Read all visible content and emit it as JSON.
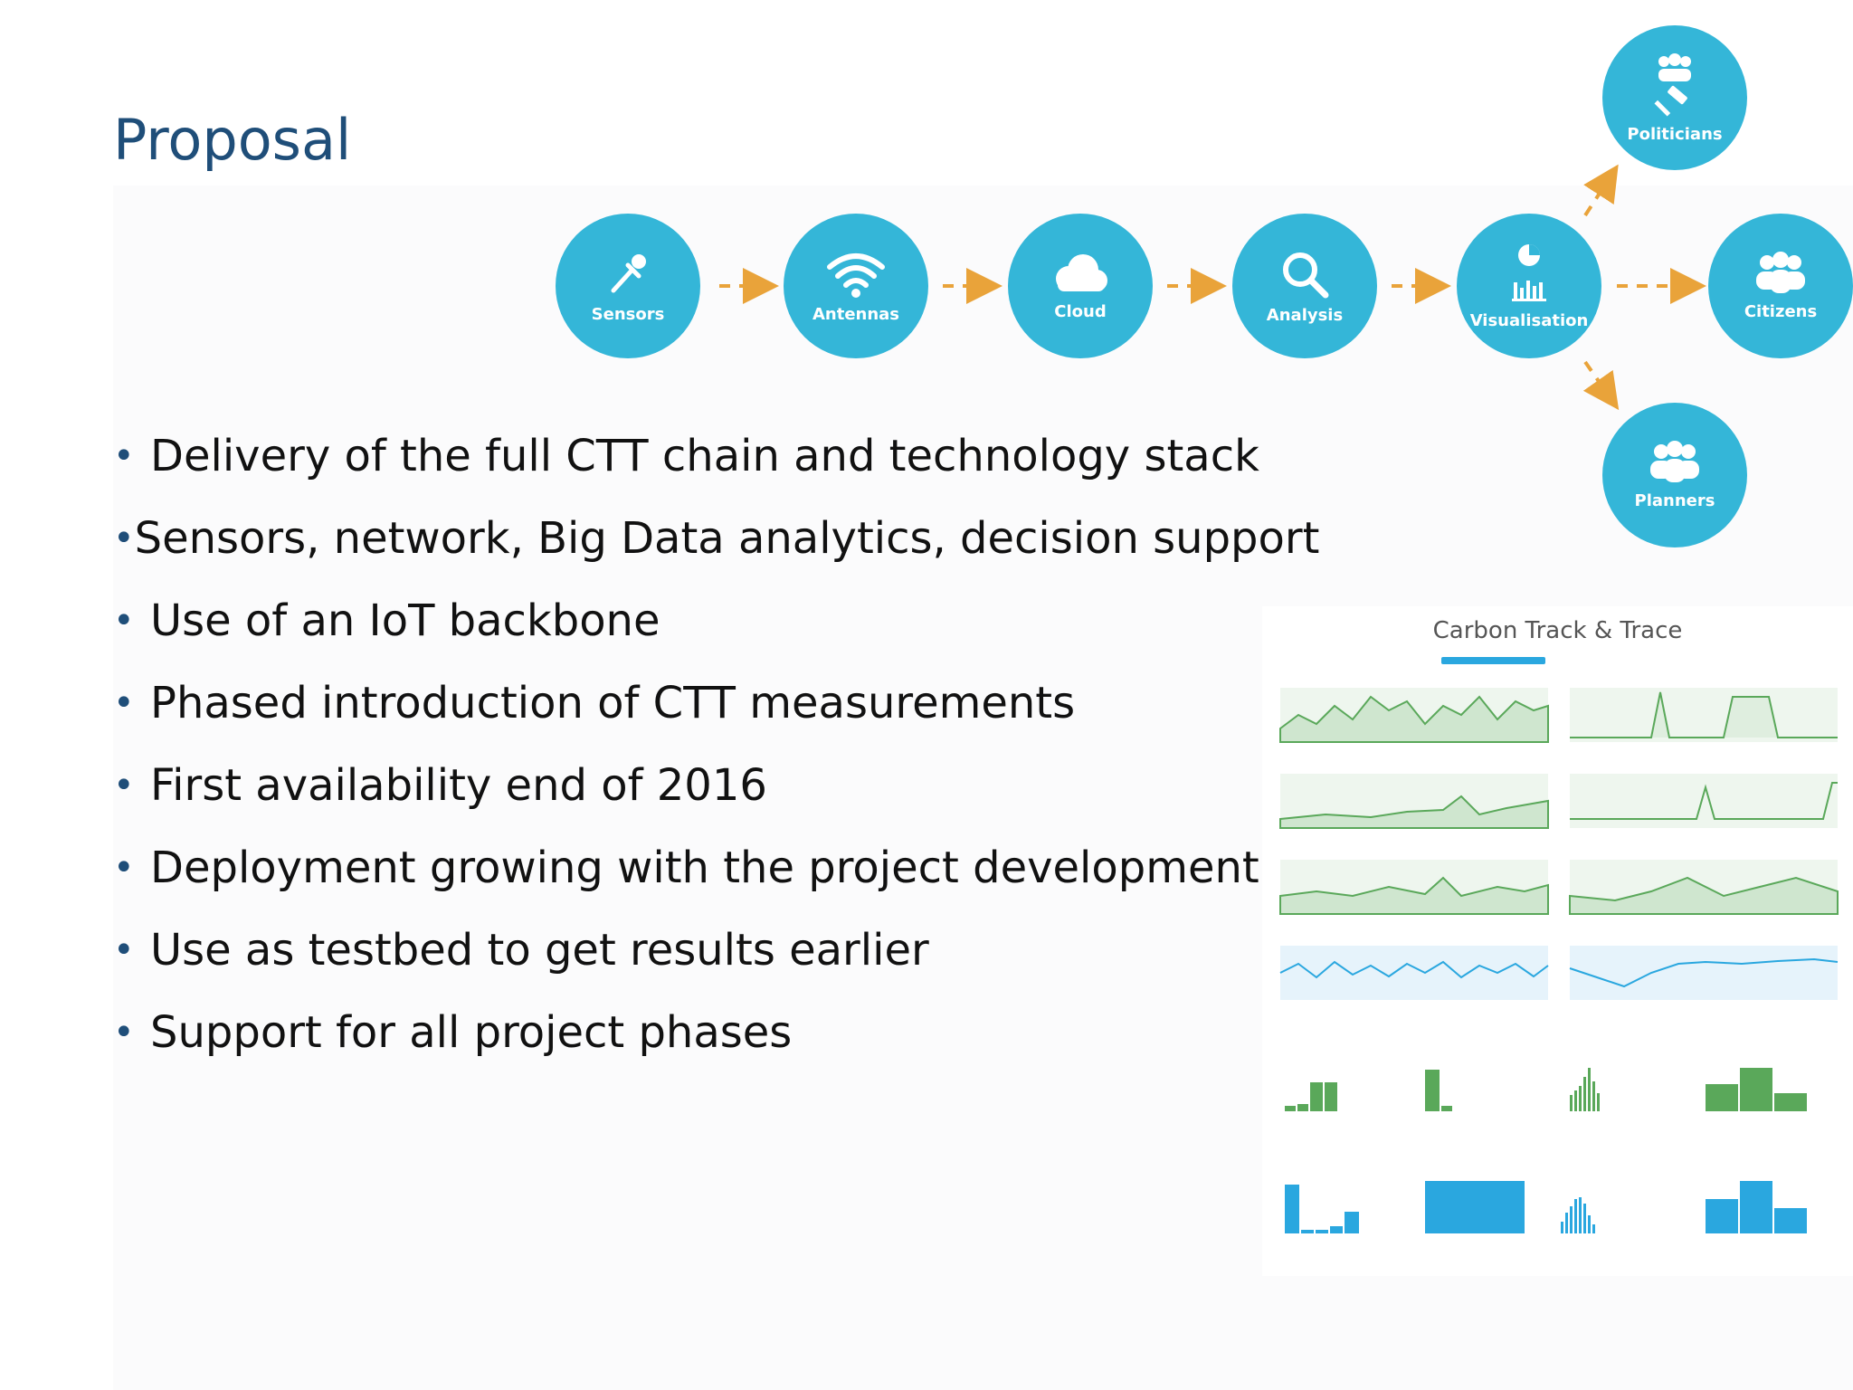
{
  "slide": {
    "title": "Proposal",
    "bullets": [
      "Delivery of the full CTT chain and technology stack",
      "Sensors, network, Big Data analytics, decision support",
      "Use of an IoT backbone",
      "Phased introduction of CTT measurements",
      "First availability end of 2016",
      "Deployment growing with the project development",
      "Use as testbed to get results earlier",
      "Support for all project phases"
    ]
  },
  "diagram": {
    "node_color": "#34b6d8",
    "arrow_color": "#e9a33a",
    "nodes": [
      {
        "label": "Sensors",
        "icon": "pipette-icon"
      },
      {
        "label": "Antennas",
        "icon": "wifi-icon"
      },
      {
        "label": "Cloud",
        "icon": "cloud-icon"
      },
      {
        "label": "Analysis",
        "icon": "magnifier-icon"
      },
      {
        "label": "Visualisation",
        "icon": "chart-icon"
      },
      {
        "label": "Politicians",
        "icon": "gavel-icon"
      },
      {
        "label": "Citizens",
        "icon": "people-icon"
      },
      {
        "label": "Planners",
        "icon": "people-icon"
      }
    ]
  },
  "dashboard": {
    "title": "Carbon Track & Trace",
    "accent_green": "#5aa85a",
    "accent_blue": "#2aa7df"
  }
}
